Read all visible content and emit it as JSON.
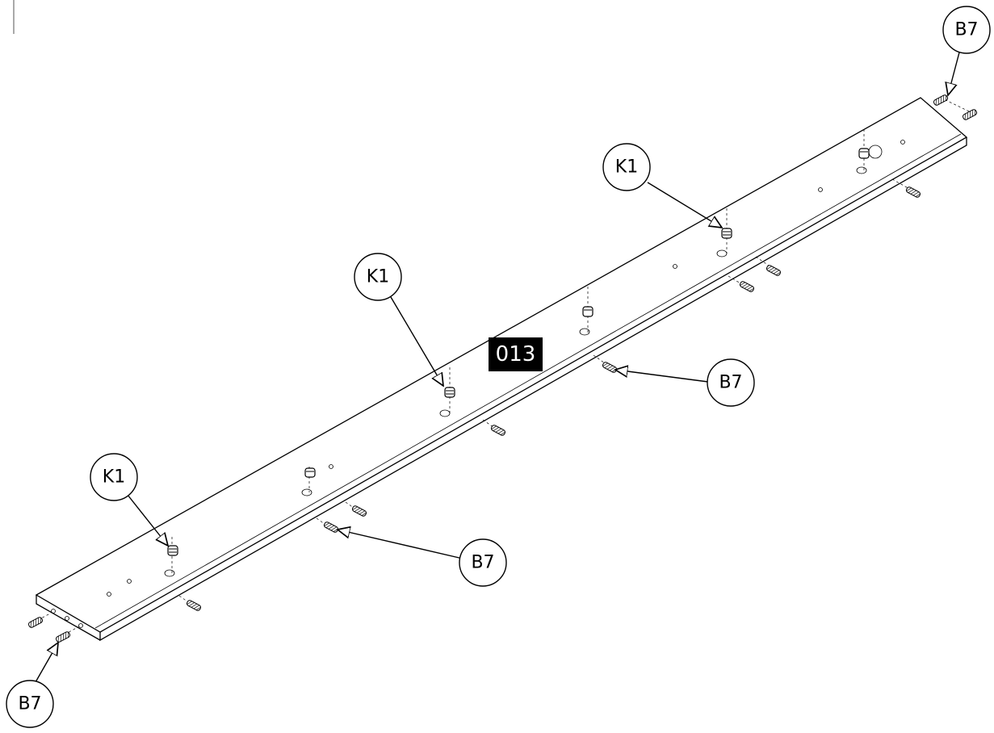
{
  "drawing": {
    "part_number": "013",
    "callouts": [
      {
        "id": "b7-top-right",
        "label": "B7"
      },
      {
        "id": "k1-right",
        "label": "K1"
      },
      {
        "id": "k1-middle",
        "label": "K1"
      },
      {
        "id": "b7-mid-right",
        "label": "B7"
      },
      {
        "id": "k1-left",
        "label": "K1"
      },
      {
        "id": "b7-mid-left",
        "label": "B7"
      },
      {
        "id": "b7-bottom-left",
        "label": "B7"
      }
    ]
  }
}
